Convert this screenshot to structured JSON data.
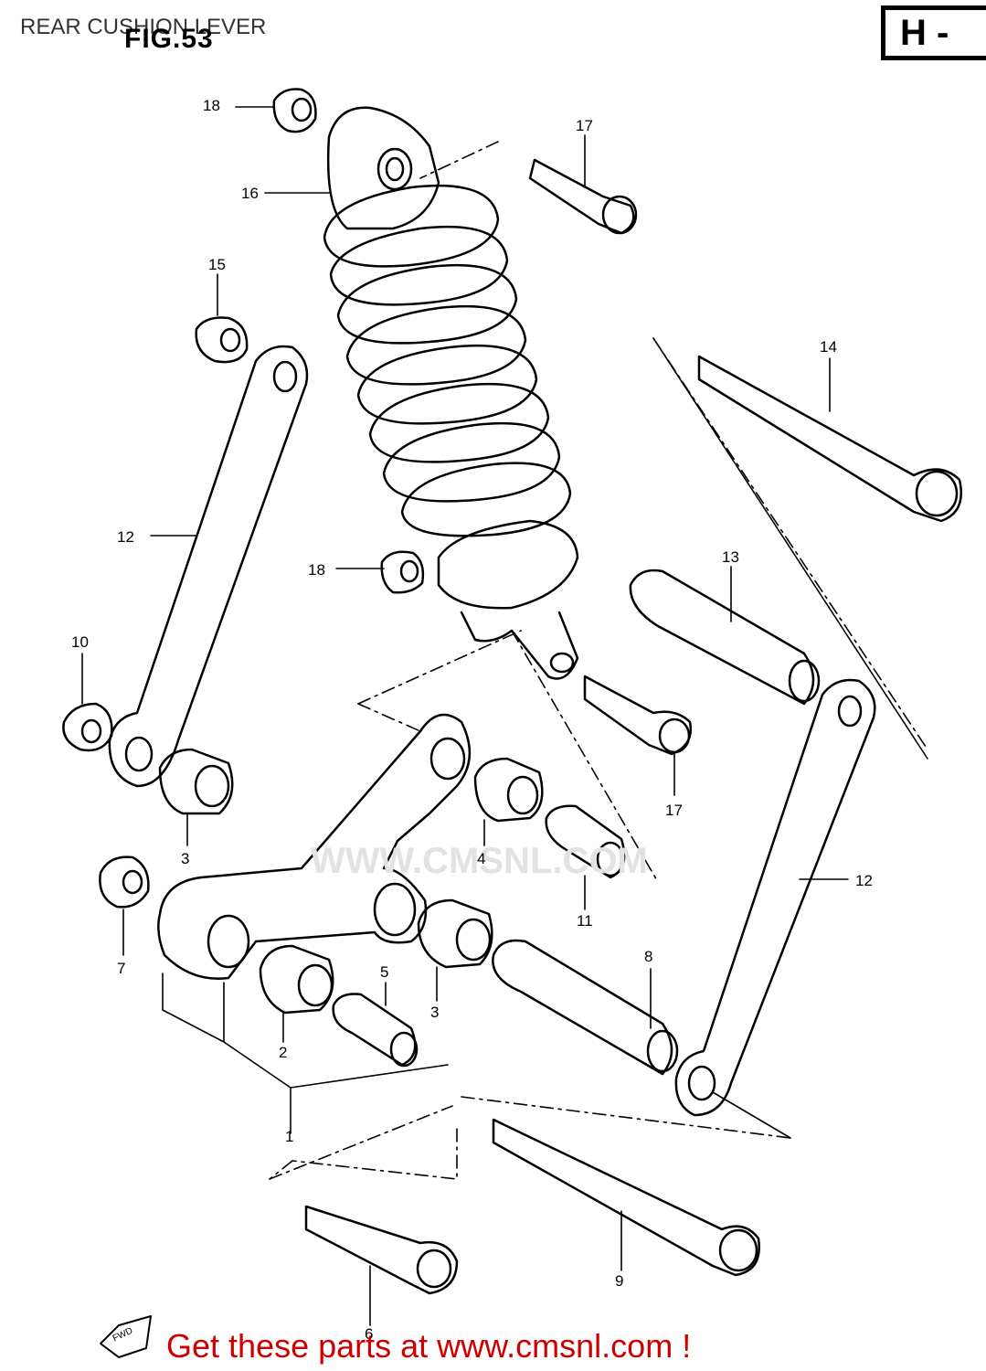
{
  "caption": "REAR CUSHION LEVER",
  "figure_label": "FIG.53",
  "section_code": "H -",
  "watermark": "WWW.CMSNL.COM",
  "fwd_label": "FWD",
  "promo": "Get these parts at www.cmsnl.com !",
  "callouts": [
    {
      "id": "c18a",
      "text": "18"
    },
    {
      "id": "c17a",
      "text": "17"
    },
    {
      "id": "c16",
      "text": "16"
    },
    {
      "id": "c15",
      "text": "15"
    },
    {
      "id": "c14",
      "text": "14"
    },
    {
      "id": "c12a",
      "text": "12"
    },
    {
      "id": "c18b",
      "text": "18"
    },
    {
      "id": "c13",
      "text": "13"
    },
    {
      "id": "c10",
      "text": "10"
    },
    {
      "id": "c17b",
      "text": "17"
    },
    {
      "id": "c3a",
      "text": "3"
    },
    {
      "id": "c4",
      "text": "4"
    },
    {
      "id": "c12b",
      "text": "12"
    },
    {
      "id": "c11",
      "text": "11"
    },
    {
      "id": "c7",
      "text": "7"
    },
    {
      "id": "c8",
      "text": "8"
    },
    {
      "id": "c5",
      "text": "5"
    },
    {
      "id": "c3b",
      "text": "3"
    },
    {
      "id": "c2",
      "text": "2"
    },
    {
      "id": "c1",
      "text": "1"
    },
    {
      "id": "c9",
      "text": "9"
    },
    {
      "id": "c6",
      "text": "6"
    }
  ]
}
